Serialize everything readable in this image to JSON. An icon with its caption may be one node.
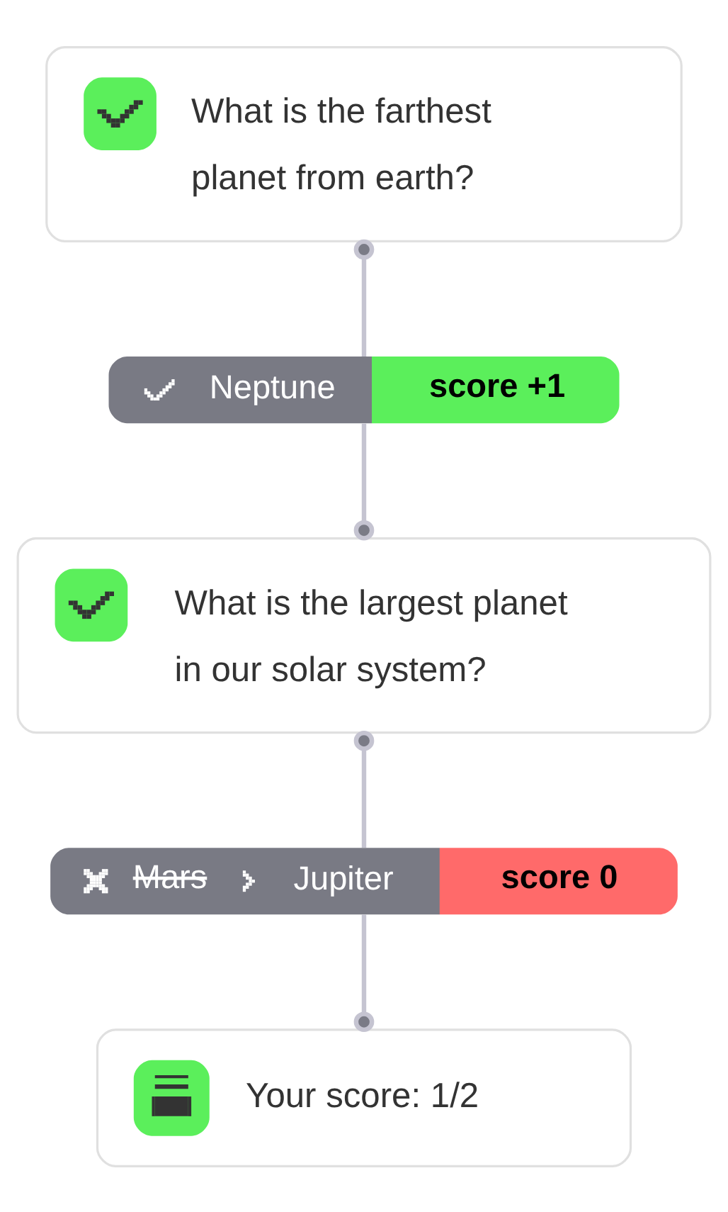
{
  "diagram": {
    "nodes": [
      {
        "text": [
          "What is the farthest planet from earth?"
        ]
      },
      {
        "text": [
          "Neptune",
          "score +1"
        ]
      },
      {
        "text": [
          "What is the largest planet in our solar system?"
        ]
      },
      {
        "text": [
          "Mars",
          "Jupiter",
          "score 0"
        ]
      },
      {
        "text": [
          "Your score: 1/2"
        ]
      }
    ],
    "edges": [
      {
        "from": 0,
        "to": 1,
        "arrow": "other"
      },
      {
        "from": 1,
        "to": 2,
        "arrow": "other"
      },
      {
        "from": 2,
        "to": 3,
        "arrow": "other"
      },
      {
        "from": 3,
        "to": 4,
        "arrow": "other"
      }
    ]
  }
}
